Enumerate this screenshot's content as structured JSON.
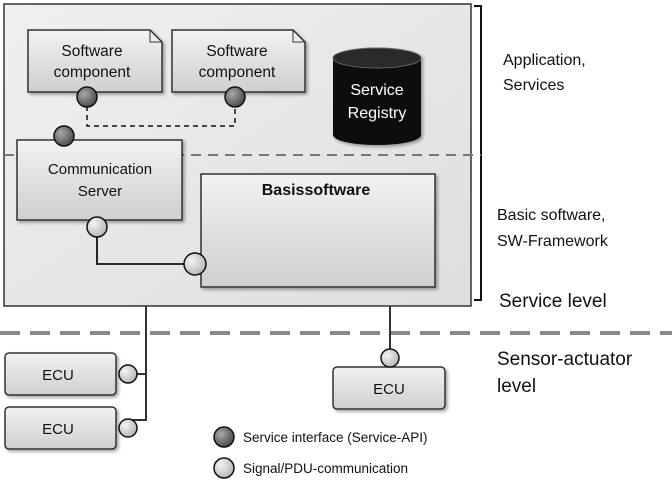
{
  "boxes": {
    "software_component_1": "Software component",
    "software_component_1_lines": [
      "Software",
      "component"
    ],
    "software_component_2": "Software component",
    "software_component_2_lines": [
      "Software",
      "component"
    ],
    "service_registry_lines": [
      "Service",
      "Registry"
    ],
    "communication_server_lines": [
      "Communication",
      "Server"
    ],
    "basissoftware": "Basissoftware",
    "ecu_left_top": "ECU",
    "ecu_left_bottom": "ECU",
    "ecu_right": "ECU"
  },
  "layers": {
    "application_lines": [
      "Application,",
      "Services"
    ],
    "basic_software_lines": [
      "Basic software,",
      "SW-Framework"
    ],
    "service_level": "Service level",
    "sensor_actuator_lines": [
      "Sensor-actuator",
      "level"
    ]
  },
  "legend": {
    "service_interface": "Service interface (Service-API)",
    "signal_pdu": "Signal/PDU-communication"
  },
  "colors": {
    "service_interface_port": "#6e6e6e",
    "signal_port": "#c8c8c8",
    "registry_fill": "#111111",
    "component_fill": "#dcdcdc",
    "frame_fill": "#e6e6e6"
  }
}
